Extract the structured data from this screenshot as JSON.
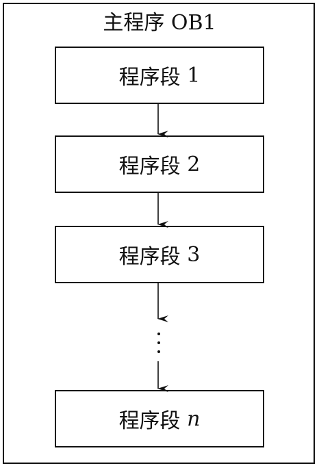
{
  "title": "主程序 OB1",
  "segments": [
    {
      "prefix": "程序段",
      "suffix": "1"
    },
    {
      "prefix": "程序段",
      "suffix": "2"
    },
    {
      "prefix": "程序段",
      "suffix": "3"
    },
    {
      "prefix": "程序段",
      "suffix": "n"
    }
  ]
}
